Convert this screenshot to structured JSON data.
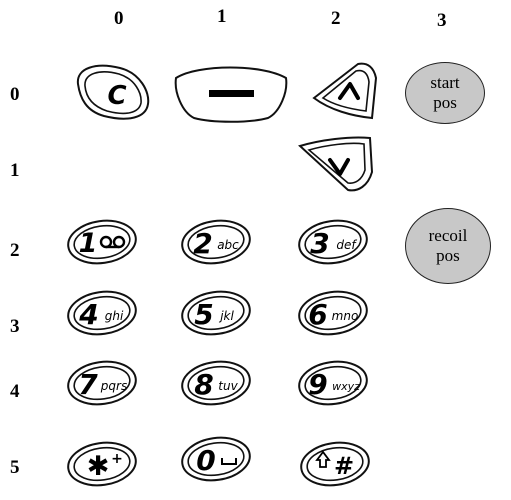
{
  "columns": [
    "0",
    "1",
    "2",
    "3"
  ],
  "rows": [
    "0",
    "1",
    "2",
    "3",
    "4",
    "5"
  ],
  "keys": {
    "clear": "C",
    "k1": "1",
    "k2": "2",
    "k2_letters": "abc",
    "k3": "3",
    "k3_letters": "def",
    "k4": "4",
    "k4_letters": "ghi",
    "k5": "5",
    "k5_letters": "jkl",
    "k6": "6",
    "k6_letters": "mno",
    "k7": "7",
    "k7_letters": "pqrs",
    "k8": "8",
    "k8_letters": "tuv",
    "k9": "9",
    "k9_letters": "wxyz",
    "star": "✱",
    "star_sup": "+",
    "zero": "0",
    "hash": "#"
  },
  "start_pos": {
    "line1": "start",
    "line2": "pos"
  },
  "recoil_pos": {
    "line1": "recoil",
    "line2": "pos"
  }
}
